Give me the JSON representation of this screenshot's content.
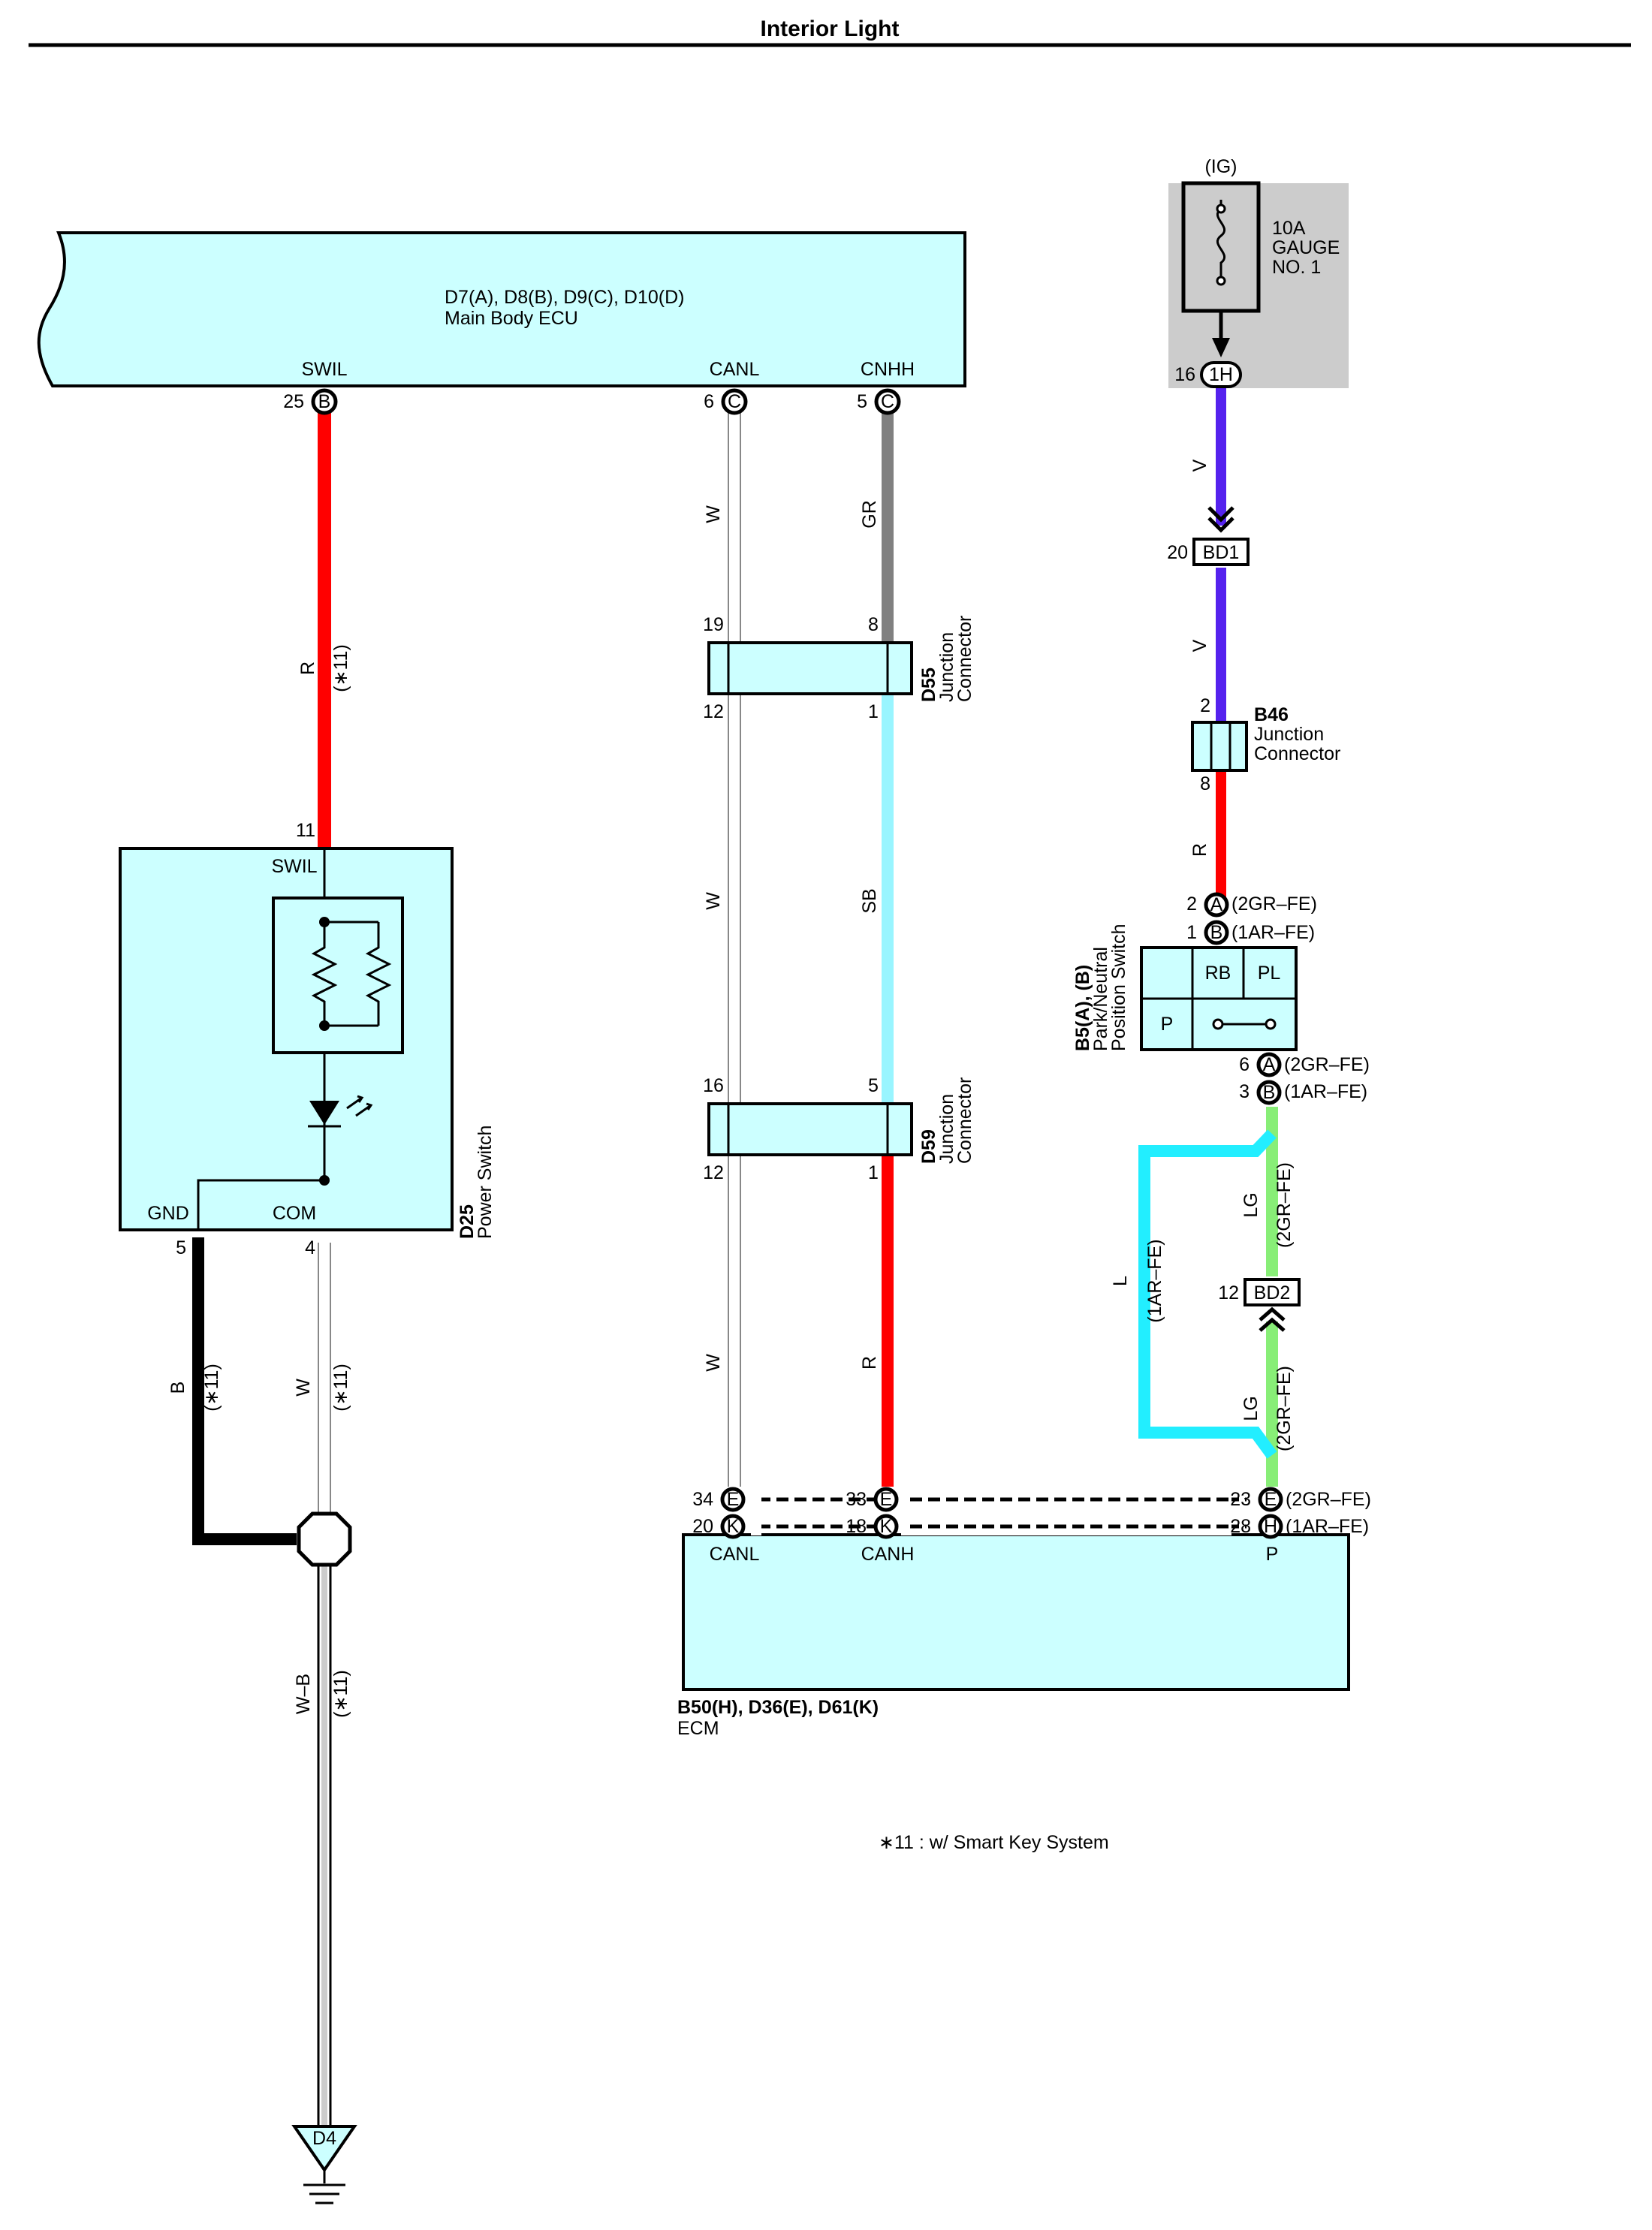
{
  "title": "Interior Light",
  "colors": {
    "component_fill": "#ccffff",
    "wire_R": "#ff0000",
    "wire_V": "#5522ee",
    "wire_GR": "#808080",
    "wire_SB": "#99f5ff",
    "wire_LG": "#88ee77",
    "wire_L": "#22eeff",
    "wire_B": "#000000",
    "fuse_box_bg": "#cccccc"
  },
  "main_body_ecu": {
    "code": "D7(A), D8(B), D9(C), D10(D)",
    "name": "Main Body ECU",
    "pins": [
      {
        "term": "SWIL",
        "pin": "25",
        "conn": "B"
      },
      {
        "term": "CANL",
        "pin": "6",
        "conn": "C"
      },
      {
        "term": "CNHH",
        "pin": "5",
        "conn": "C"
      }
    ]
  },
  "fuse": {
    "supply": "(IG)",
    "rating": "10A",
    "name_line1": "GAUGE",
    "name_line2": "NO. 1",
    "pin": "16",
    "conn": "1H"
  },
  "bd1": {
    "pin": "20",
    "label": "BD1"
  },
  "b46": {
    "code": "B46",
    "name_line1": "Junction",
    "name_line2": "Connector",
    "pin_top": "2",
    "pin_bottom": "8"
  },
  "d55": {
    "code": "D55",
    "name_line1": "Junction",
    "name_line2": "Connector",
    "pins": {
      "tl": "19",
      "tr": "8",
      "bl": "12",
      "br": "1"
    }
  },
  "d59": {
    "code": "D59",
    "name_line1": "Junction",
    "name_line2": "Connector",
    "pins": {
      "tl": "16",
      "tr": "5",
      "bl": "12",
      "br": "1"
    }
  },
  "power_switch": {
    "code": "D25",
    "name": "Power Switch",
    "pin_top": "11",
    "term_top": "SWIL",
    "term_gnd": "GND",
    "term_com": "COM",
    "pin_gnd": "5",
    "pin_com": "4"
  },
  "pnp_switch": {
    "code": "B5(A), (B)",
    "name_line1": "Park/Neutral",
    "name_line2": "Position Switch",
    "cells": [
      "RB",
      "PL",
      "P"
    ],
    "top_pins": [
      {
        "pin": "2",
        "conn": "A",
        "note": "(2GR–FE)"
      },
      {
        "pin": "1",
        "conn": "B",
        "note": "(1AR–FE)"
      }
    ],
    "bottom_pins": [
      {
        "pin": "6",
        "conn": "A",
        "note": "(2GR–FE)"
      },
      {
        "pin": "3",
        "conn": "B",
        "note": "(1AR–FE)"
      }
    ]
  },
  "bd2": {
    "pin": "12",
    "label": "BD2"
  },
  "ecm": {
    "code": "B50(H), D36(E), D61(K)",
    "name": "ECM",
    "terms": [
      "CANL",
      "CANH",
      "P"
    ],
    "pins_row1": [
      {
        "pin": "34",
        "conn": "E"
      },
      {
        "pin": "33",
        "conn": "E"
      },
      {
        "pin": "23",
        "conn": "E",
        "note": "(2GR–FE)"
      }
    ],
    "pins_row2": [
      {
        "pin": "20",
        "conn": "K"
      },
      {
        "pin": "18",
        "conn": "K"
      },
      {
        "pin": "28",
        "conn": "H",
        "note": "(1AR–FE)"
      }
    ]
  },
  "ground": {
    "label": "D4"
  },
  "wire_labels": {
    "swil_r": "R",
    "swil_note": "(∗11)",
    "canl_w1": "W",
    "cnhh_gr": "GR",
    "canl_w2": "W",
    "can_sb": "SB",
    "canl_w3": "W",
    "can_r": "R",
    "ig_v1": "V",
    "ig_v2": "V",
    "b46_r": "R",
    "lg1": "LG",
    "lg1_note": "(2GR–FE)",
    "lg2": "LG",
    "lg2_note": "(2GR–FE)",
    "l": "L",
    "l_note": "(1AR–FE)",
    "gnd_b": "B",
    "gnd_b_note": "(∗11)",
    "com_w": "W",
    "com_w_note": "(∗11)",
    "wb": "W–B",
    "wb_note": "(∗11)"
  },
  "footnote": "∗11 : w/ Smart Key System"
}
